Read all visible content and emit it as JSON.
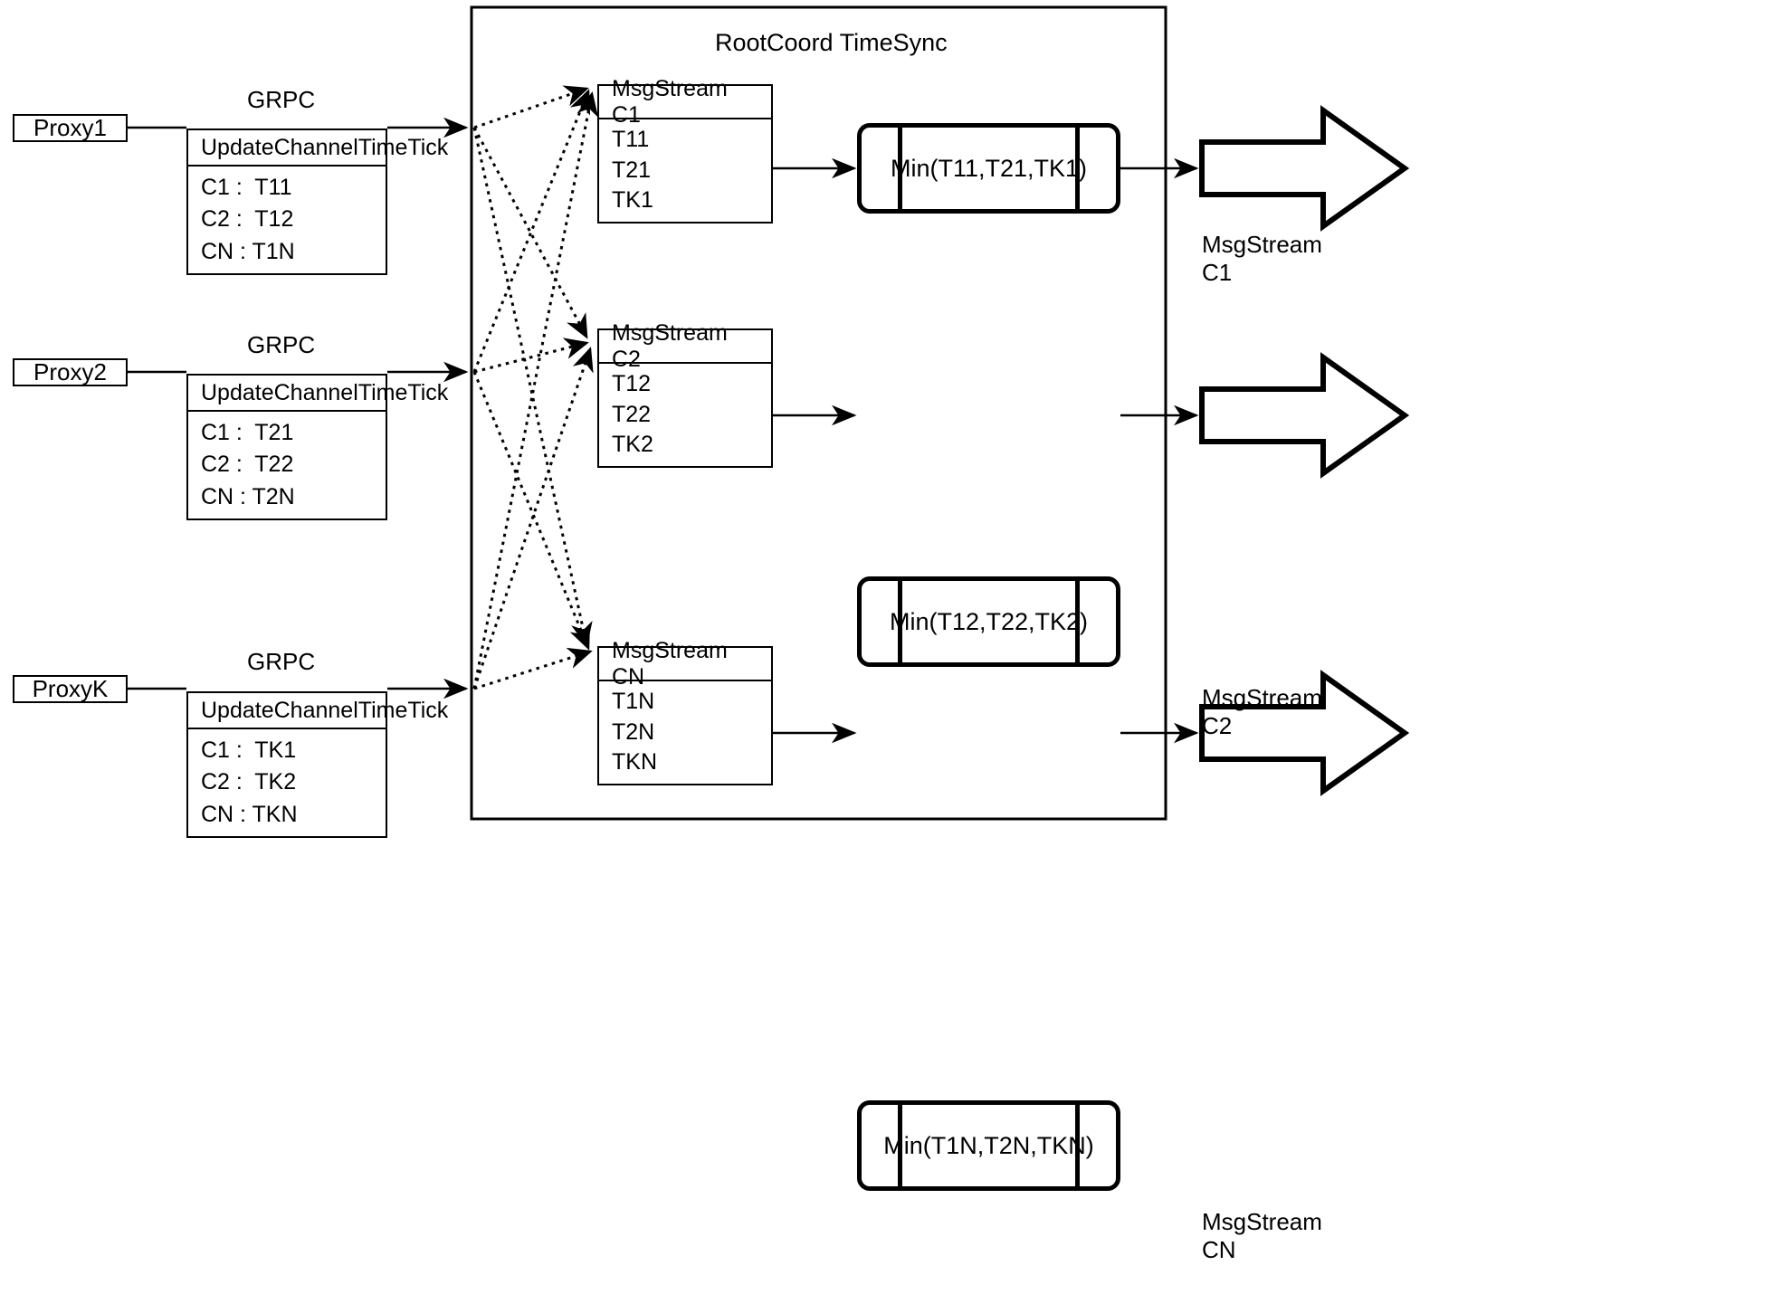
{
  "diagram": {
    "container_title": "RootCoord TimeSync",
    "grpc_label": "GRPC",
    "proxies": [
      {
        "name": "Proxy1",
        "link_label": "GRPC",
        "rpc_title": "UpdateChannelTimeTick",
        "rows": [
          "C1 :  T11",
          "C2 :  T12",
          "CN : T1N"
        ]
      },
      {
        "name": "Proxy2",
        "link_label": "GRPC",
        "rpc_title": "UpdateChannelTimeTick",
        "rows": [
          "C1 :  T21",
          "C2 :  T22",
          "CN : T2N"
        ]
      },
      {
        "name": "ProxyK",
        "link_label": "GRPC",
        "rpc_title": "UpdateChannelTimeTick",
        "rows": [
          "C1 :  TK1",
          "C2 :  TK2",
          "CN : TKN"
        ]
      }
    ],
    "channels": [
      {
        "stream_title": "MsgStream C1",
        "stream_rows": [
          "T11",
          "T21",
          "TK1"
        ],
        "min_label": "Min(T11,T21,TK1)",
        "output_label": "MsgStream C1"
      },
      {
        "stream_title": "MsgStream C2",
        "stream_rows": [
          "T12",
          "T22",
          "TK2"
        ],
        "min_label": "Min(T12,T22,TK2)",
        "output_label": "MsgStream C2"
      },
      {
        "stream_title": "MsgStream CN",
        "stream_rows": [
          "T1N",
          "T2N",
          "TKN"
        ],
        "min_label": "Min(T1N,T2N,TKN)",
        "output_label": "MsgStream CN"
      }
    ],
    "colors": {
      "stroke": "#000000",
      "background": "#ffffff"
    }
  }
}
